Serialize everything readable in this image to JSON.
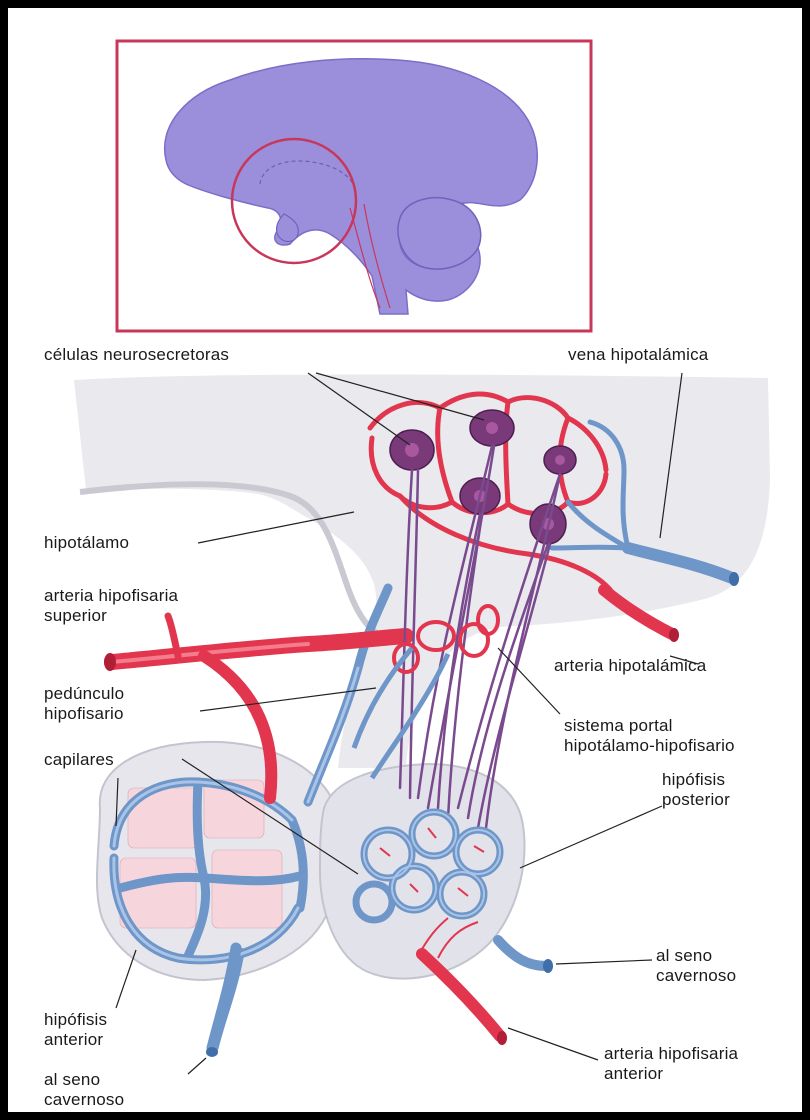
{
  "labels": {
    "celulas": "células neurosecretoras",
    "vena_hipotalamica": "vena hipotalámica",
    "hipotalamo": "hipotálamo",
    "arteria_hip_sup_1": "arteria hipofisaria",
    "arteria_hip_sup_2": "superior",
    "arteria_hipotalamica": "arteria hipotalámica",
    "pedunculo_1": "pedúnculo",
    "pedunculo_2": "hipofisario",
    "sistema_portal_1": "sistema portal",
    "sistema_portal_2": "hipotálamo-hipofisario",
    "capilares": "capilares",
    "hip_post_1": "hipófisis",
    "hip_post_2": "posterior",
    "al_seno_right_1": "al seno",
    "al_seno_right_2": "cavernoso",
    "hip_ant_1": "hipófisis",
    "hip_ant_2": "anterior",
    "arteria_hip_ant_1": "arteria hipofisaria",
    "arteria_hip_ant_2": "anterior",
    "al_seno_left_1": "al seno",
    "al_seno_left_2": "cavernoso"
  },
  "colors": {
    "brain": "#9b8fdc",
    "inset_border": "#c8375a",
    "artery": "#e2364f",
    "vein": "#6f96c8",
    "tissue": "#e9e9ee",
    "neuron": "#7a3a7a"
  }
}
